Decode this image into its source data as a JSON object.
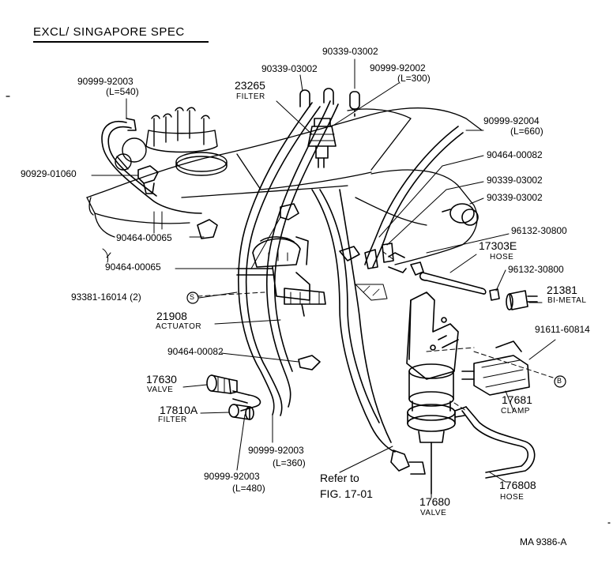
{
  "header": {
    "title": "EXCL/ SINGAPORE SPEC"
  },
  "footer": {
    "code": "MA  9386-A"
  },
  "parts": {
    "p1": {
      "num": "90999-92003",
      "sub": "(L=540)"
    },
    "p2": {
      "num": "90339-03002"
    },
    "p3": {
      "num": "90339-03002"
    },
    "p4": {
      "num": "90999-92002",
      "sub": "(L=300)"
    },
    "p5": {
      "num": "23265",
      "sub": "FILTER"
    },
    "p6": {
      "num": "90999-92004",
      "sub": "(L=660)"
    },
    "p7": {
      "num": "90464-00082"
    },
    "p8": {
      "num": "90339-03002"
    },
    "p9": {
      "num": "90339-03002"
    },
    "p10": {
      "num": "90929-01060"
    },
    "p11": {
      "num": "90464-00065"
    },
    "p12": {
      "num": "90464-00065"
    },
    "p13": {
      "num": "96132-30800"
    },
    "p14": {
      "num": "17303E",
      "sub": "HOSE"
    },
    "p15": {
      "num": "96132-30800"
    },
    "p16": {
      "num": "93381-16014 (2)",
      "marker": "S"
    },
    "p17": {
      "num": "21381",
      "sub": "BI-METAL"
    },
    "p18": {
      "num": "21908",
      "sub": "ACTUATOR"
    },
    "p19": {
      "num": "91611-60814"
    },
    "p20": {
      "num": "90464-00082"
    },
    "p21": {
      "num": "17630",
      "sub": "VALVE"
    },
    "p22": {
      "num": "17681",
      "sub": "CLAMP"
    },
    "p23": {
      "num": "17810A",
      "sub": "FILTER"
    },
    "p24": {
      "num": "90999-92003",
      "sub": "(L=360)"
    },
    "p25": {
      "num": "90999-92003",
      "sub": "(L=480)"
    },
    "p26": {
      "line1": "Refer to",
      "line2": "FIG. 17-01"
    },
    "p27": {
      "num": "17680",
      "sub": "VALVE"
    },
    "p28": {
      "num": "176808",
      "sub": "HOSE"
    }
  },
  "markers": {
    "b": "B"
  },
  "colors": {
    "ink": "#000000",
    "paper": "#ffffff"
  }
}
